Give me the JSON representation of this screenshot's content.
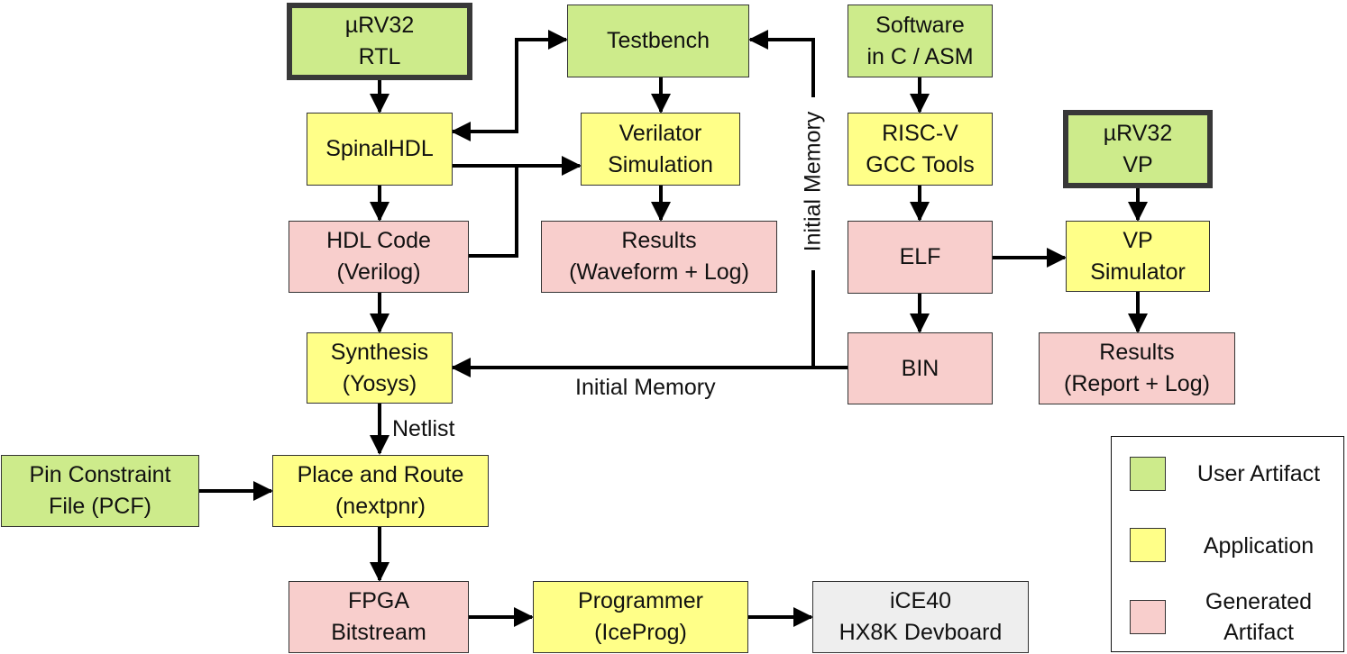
{
  "nodes": {
    "urv32_rtl": "µRV32\nRTL",
    "testbench": "Testbench",
    "software": "Software\nin C / ASM",
    "spinalhdl": "SpinalHDL",
    "verilator": "Verilator\nSimulation",
    "riscv_gcc": "RISC-V\nGCC Tools",
    "urv32_vp": "µRV32\nVP",
    "hdl_code": "HDL Code\n(Verilog)",
    "results_wave": "Results\n(Waveform + Log)",
    "elf": "ELF",
    "vp_sim": "VP\nSimulator",
    "synthesis": "Synthesis\n(Yosys)",
    "bin": "BIN",
    "results_report": "Results\n(Report + Log)",
    "pcf": "Pin Constraint\nFile (PCF)",
    "pnr": "Place and Route\n(nextpnr)",
    "bitstream": "FPGA\nBitstream",
    "programmer": "Programmer\n(IceProg)",
    "devboard": "iCE40\nHX8K Devboard"
  },
  "labels": {
    "initial_memory_horizontal": "Initial Memory",
    "initial_memory_vertical": "Initial Memory",
    "netlist": "Netlist"
  },
  "legend": {
    "user_artifact": "User Artifact",
    "application": "Application",
    "generated_artifact": "Generated\nArtifact"
  },
  "colors": {
    "user_artifact": "#cdeb8b",
    "application": "#ffff88",
    "generated_artifact": "#f8cecc",
    "hardware": "#eeeeee"
  }
}
